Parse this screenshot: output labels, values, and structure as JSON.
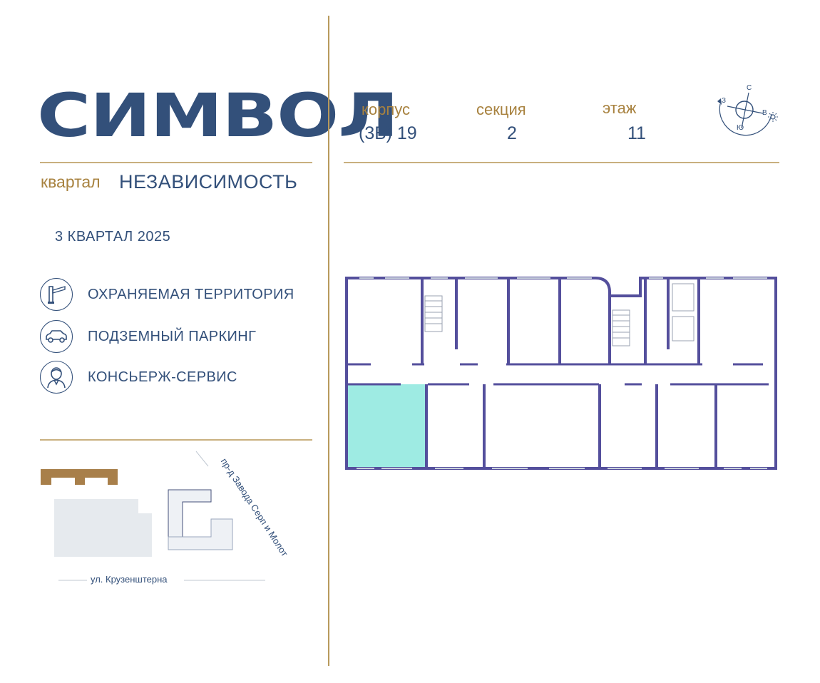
{
  "brand": {
    "title": "СИМВОЛ"
  },
  "quarter": {
    "label": "квартал",
    "name": "НЕЗАВИСИМОСТЬ"
  },
  "completion": {
    "date": "3 КВАРТАЛ 2025"
  },
  "features": [
    {
      "icon": "barrier-icon",
      "label": "ОХРАНЯЕМАЯ ТЕРРИТОРИЯ"
    },
    {
      "icon": "car-icon",
      "label": "ПОДЗЕМНЫЙ ПАРКИНГ"
    },
    {
      "icon": "concierge-icon",
      "label": "КОНСЬЕРЖ-СЕРВИС"
    }
  ],
  "building_info": {
    "korpus_label": "корпус",
    "korpus_value": "(3Б) 19",
    "section_label": "секция",
    "section_value": "2",
    "floor_label": "этаж",
    "floor_value": "11"
  },
  "compass": {
    "north": "С",
    "west": "З",
    "east": "В",
    "south": "Ю"
  },
  "site_map": {
    "street_bottom": "ул. Крузенштерна",
    "street_right": "пр-д Завода Серп и Молот"
  },
  "colors": {
    "navy": "#33507a",
    "gold": "#a8823f",
    "wall": "#544f9c",
    "highlight": "#9eebe3"
  }
}
